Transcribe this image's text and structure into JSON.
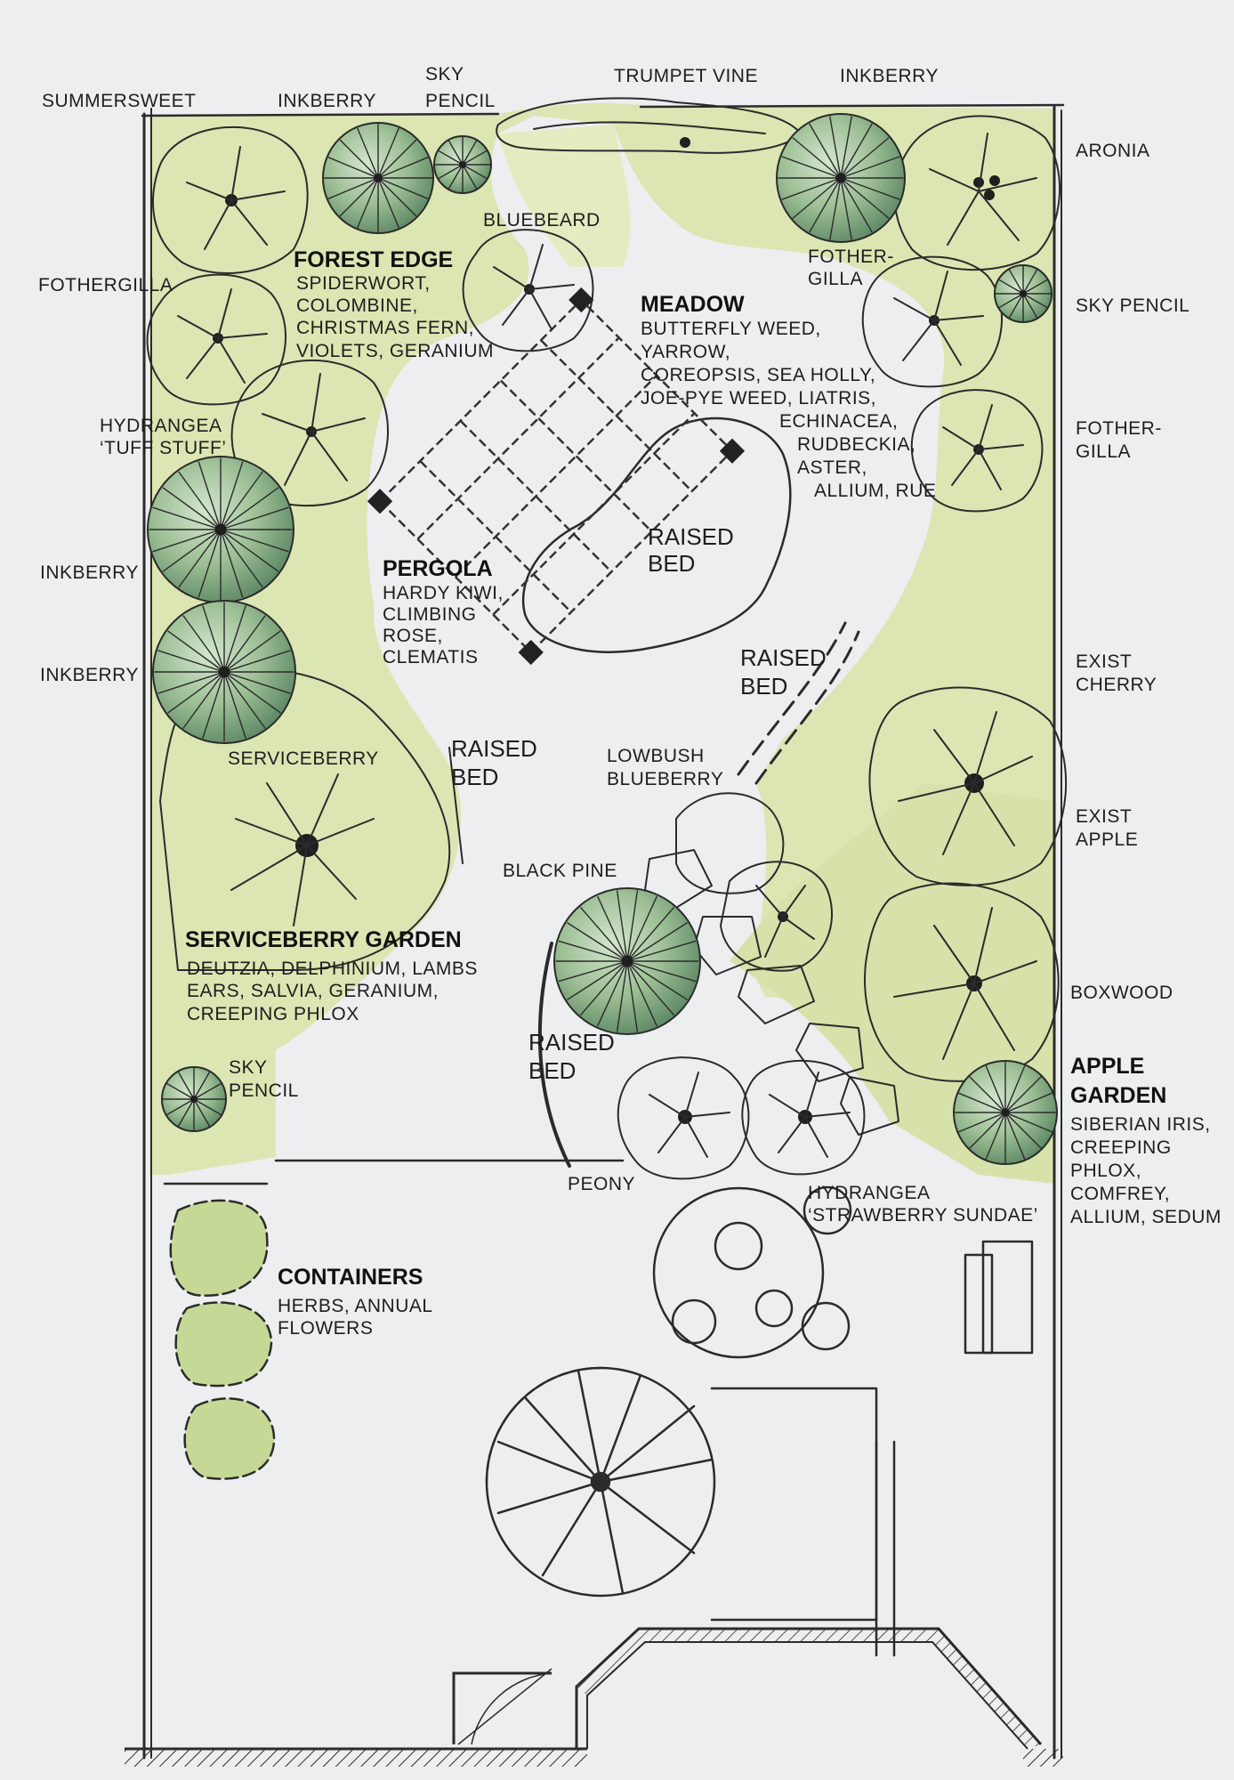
{
  "colors": {
    "paper": "#eceef0",
    "ground": "#dbe6b3",
    "ground_light": "#e8efc9",
    "shrub": "#a9c17b",
    "shrub_dark": "#7f9c57",
    "evergreen": "#8fb18a",
    "evergreen_dark": "#5f8a66",
    "ink": "#2b2b2b"
  },
  "labels": {
    "summersweet": "SUMMERSWEET",
    "inkberry_top_left": "INKBERRY",
    "sky_pencil_top_1": "SKY",
    "sky_pencil_top_2": "PENCIL",
    "trumpet_vine": "TRUMPET VINE",
    "inkberry_top_right": "INKBERRY",
    "aronia": "ARONIA",
    "bluebeard": "BLUEBEARD",
    "fothergilla_top_right_1": "FOTHER-",
    "fothergilla_top_right_2": "GILLA",
    "sky_pencil_right": "SKY PENCIL",
    "fothergilla_left": "FOTHERGILLA",
    "hydrangea_tuff_1": "HYDRANGEA",
    "hydrangea_tuff_2": "‘TUFF STUFF’",
    "fothergilla_right_1": "FOTHER-",
    "fothergilla_right_2": "GILLA",
    "inkberry_left_1": "INKBERRY",
    "inkberry_left_2": "INKBERRY",
    "exist_cherry_1": "EXIST",
    "exist_cherry_2": "CHERRY",
    "exist_apple_1": "EXIST",
    "exist_apple_2": "APPLE",
    "serviceberry": "SERVICEBERRY",
    "lowbush_1": "LOWBUSH",
    "lowbush_2": "BLUEBERRY",
    "black_pine": "BLACK PINE",
    "boxwood": "BOXWOOD",
    "sky_pencil_low_1": "SKY",
    "sky_pencil_low_2": "PENCIL",
    "peony": "PEONY",
    "hydrangea_sundae_1": "HYDRANGEA",
    "hydrangea_sundae_2": "‘STRAWBERRY SUNDAE’"
  },
  "raised_beds": {
    "pergola_bed_1": "RAISED",
    "pergola_bed_2": "BED",
    "right_bed_1": "RAISED",
    "right_bed_2": "BED",
    "service_bed_1": "RAISED",
    "service_bed_2": "BED",
    "pine_bed_1": "RAISED",
    "pine_bed_2": "BED"
  },
  "zones": {
    "forest_edge": {
      "title": "FOREST EDGE",
      "lines": [
        "SPIDERWORT,",
        "COLOMBINE,",
        "CHRISTMAS FERN,",
        "VIOLETS, GERANIUM"
      ]
    },
    "meadow": {
      "title": "MEADOW",
      "lines": [
        "BUTTERFLY WEED,",
        "YARROW,",
        "COREOPSIS, SEA HOLLY,",
        "JOE-PYE WEED, LIATRIS,",
        "ECHINACEA,",
        "RUDBECKIA,",
        "ASTER,",
        "ALLIUM, RUE"
      ]
    },
    "pergola": {
      "title": "PERGOLA",
      "lines": [
        "HARDY KIWI,",
        "CLIMBING",
        "ROSE,",
        "CLEMATIS"
      ]
    },
    "serviceberry_garden": {
      "title": "SERVICEBERRY GARDEN",
      "lines": [
        "DEUTZIA, DELPHINIUM, LAMBS",
        "EARS, SALVIA, GERANIUM,",
        "CREEPING PHLOX"
      ]
    },
    "apple_garden": {
      "title_1": "APPLE",
      "title_2": "GARDEN",
      "lines": [
        "SIBERIAN IRIS,",
        "CREEPING",
        "PHLOX,",
        "COMFREY,",
        "ALLIUM, SEDUM"
      ]
    },
    "containers": {
      "title": "CONTAINERS",
      "lines": [
        "HERBS, ANNUAL",
        "FLOWERS"
      ]
    }
  }
}
